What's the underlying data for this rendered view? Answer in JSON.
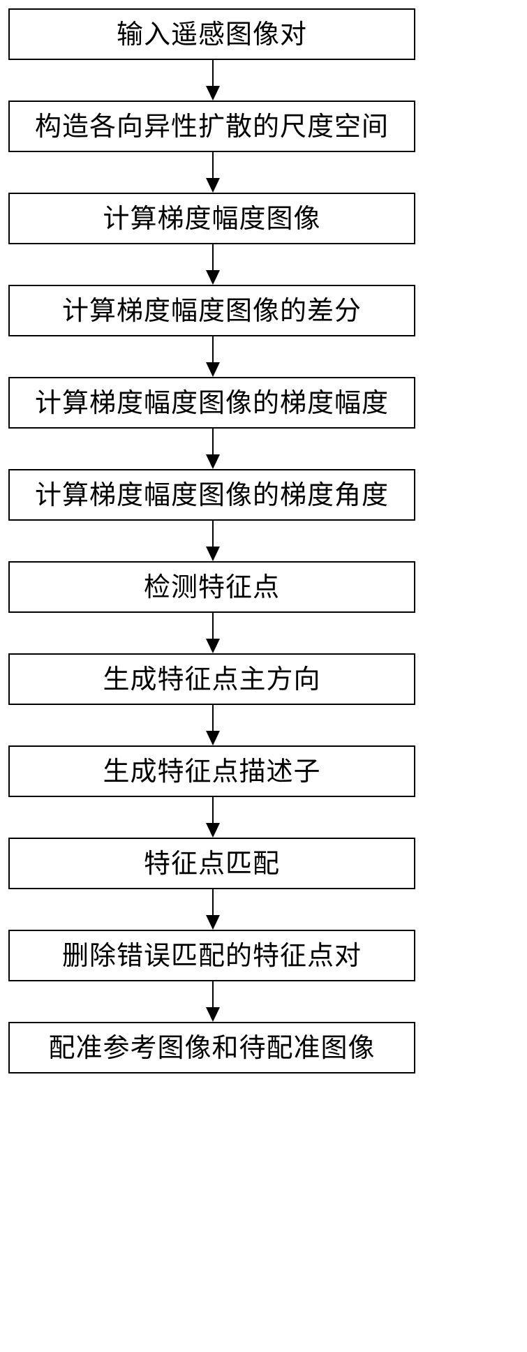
{
  "flowchart": {
    "steps": [
      "输入遥感图像对",
      "构造各向异性扩散的尺度空间",
      "计算梯度幅度图像",
      "计算梯度幅度图像的差分",
      "计算梯度幅度图像的梯度幅度",
      "计算梯度幅度图像的梯度角度",
      "检测特征点",
      "生成特征点主方向",
      "生成特征点描述子",
      "特征点匹配",
      "删除错误匹配的特征点对",
      "配准参考图像和待配准图像"
    ]
  },
  "colors": {
    "box_border": "#000000",
    "arrow": "#000000",
    "text": "#000000",
    "background": "#ffffff"
  }
}
